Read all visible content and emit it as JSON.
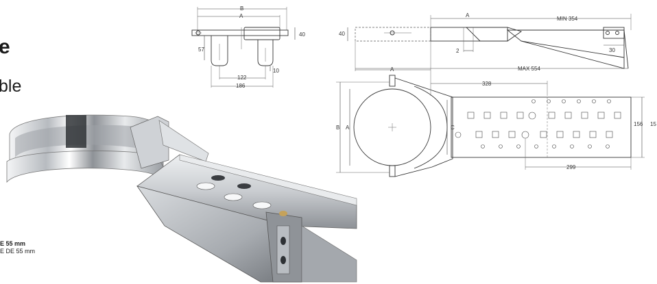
{
  "page_text": {
    "title_fragment": "e",
    "subtitle_fragment": "ble",
    "note_line_1": "E 55 mm",
    "note_line_2": "E DE 55 mm"
  },
  "drawing_small": {
    "label_b": "B",
    "label_a": "A",
    "dim_height": "40",
    "dim_leg": "57",
    "dim_slot": "10",
    "dim_inner_width": "122",
    "dim_outer_width": "186"
  },
  "drawing_side": {
    "label_a": "A",
    "dim_height": "40",
    "dim_min": "MIN 354",
    "dim_gap": "2",
    "dim_foot": "30",
    "dim_max": "MAX 554"
  },
  "drawing_plan": {
    "label_a_top": "A",
    "label_b": "B",
    "label_a": "A",
    "label_c": "C",
    "dim_plate": "328",
    "dim_width": "156",
    "dim_width_cut": "15",
    "dim_holes": "299"
  },
  "colors": {
    "line": "#333333",
    "metal_light": "#e6e8ea",
    "metal_mid": "#b9bdc2",
    "metal_dark": "#6f7378"
  }
}
